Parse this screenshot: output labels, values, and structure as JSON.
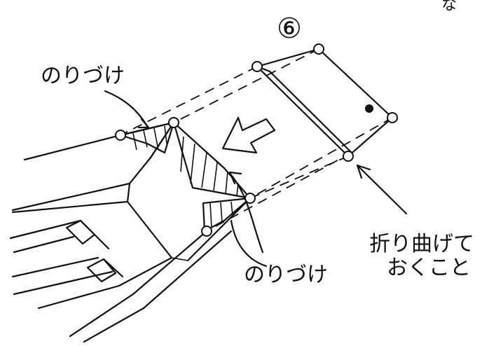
{
  "step": {
    "number": "⑥",
    "corner_fragment": "な"
  },
  "labels": {
    "glue_top": "のりづけ",
    "glue_bottom": "のりづけ",
    "fold_note_line1": "折り曲げて",
    "fold_note_line2": "おくこと"
  },
  "colors": {
    "ink": "#111111",
    "paper": "#ffffff"
  }
}
